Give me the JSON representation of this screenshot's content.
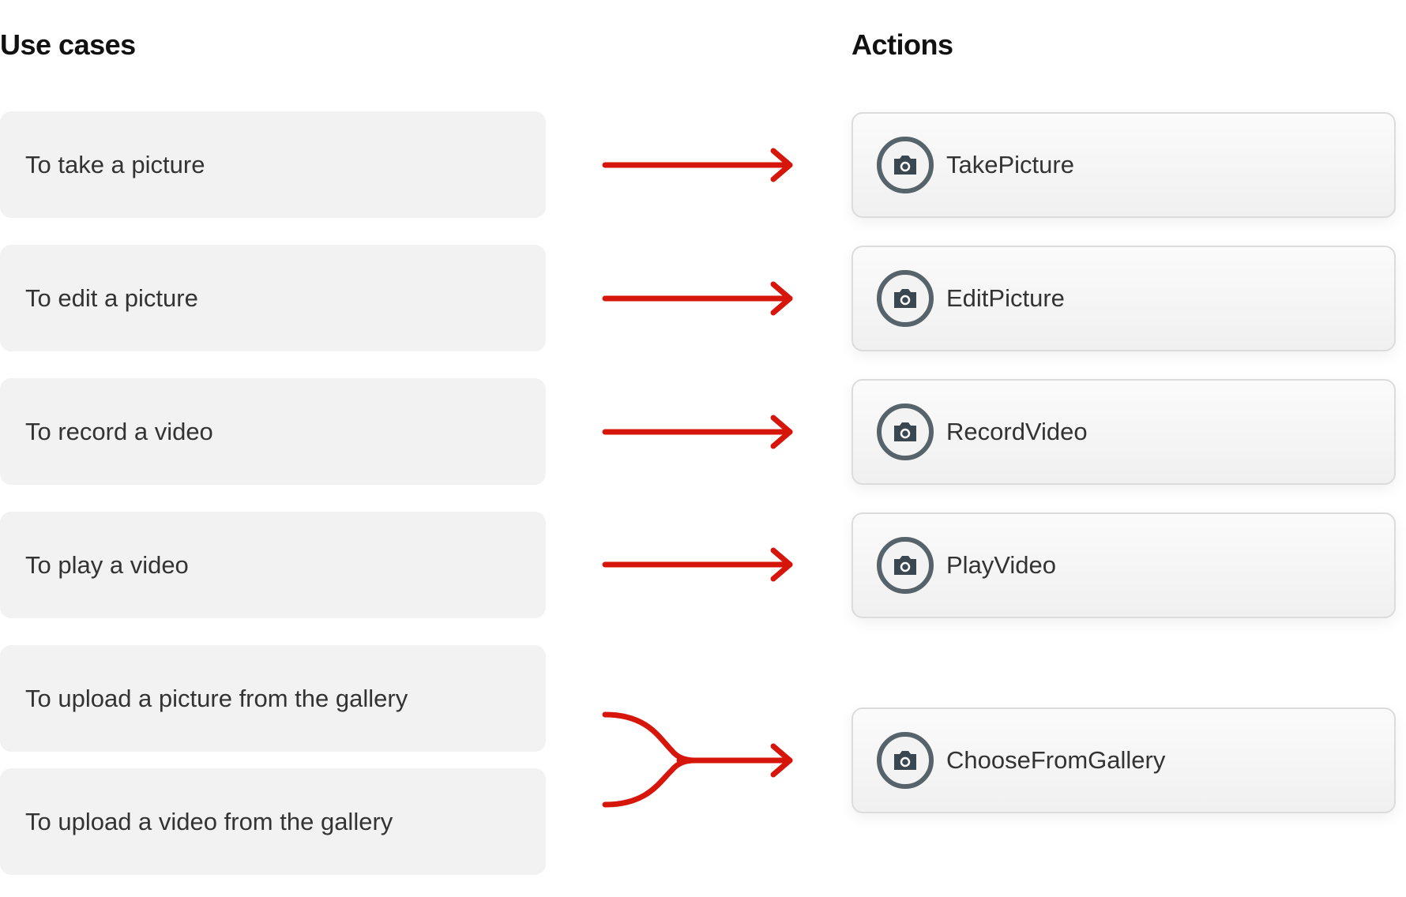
{
  "headings": {
    "use_cases": "Use cases",
    "actions": "Actions"
  },
  "use_cases": [
    "To take a picture",
    "To edit a picture",
    "To record a video",
    "To play a video",
    "To upload a picture from the gallery",
    "To upload a video from the gallery"
  ],
  "actions": [
    {
      "label": "TakePicture",
      "icon": "camera-icon"
    },
    {
      "label": "EditPicture",
      "icon": "camera-icon"
    },
    {
      "label": "RecordVideo",
      "icon": "camera-icon"
    },
    {
      "label": "PlayVideo",
      "icon": "camera-icon"
    },
    {
      "label": "ChooseFromGallery",
      "icon": "camera-icon"
    }
  ],
  "mappings": [
    {
      "from": [
        0
      ],
      "to": 0
    },
    {
      "from": [
        1
      ],
      "to": 1
    },
    {
      "from": [
        2
      ],
      "to": 2
    },
    {
      "from": [
        3
      ],
      "to": 3
    },
    {
      "from": [
        4,
        5
      ],
      "to": 4
    }
  ],
  "colors": {
    "arrow": "#d7160b",
    "icon_ring": "#56636a",
    "icon_fill": "#3a4750",
    "box_bg": "#f2f2f2"
  }
}
